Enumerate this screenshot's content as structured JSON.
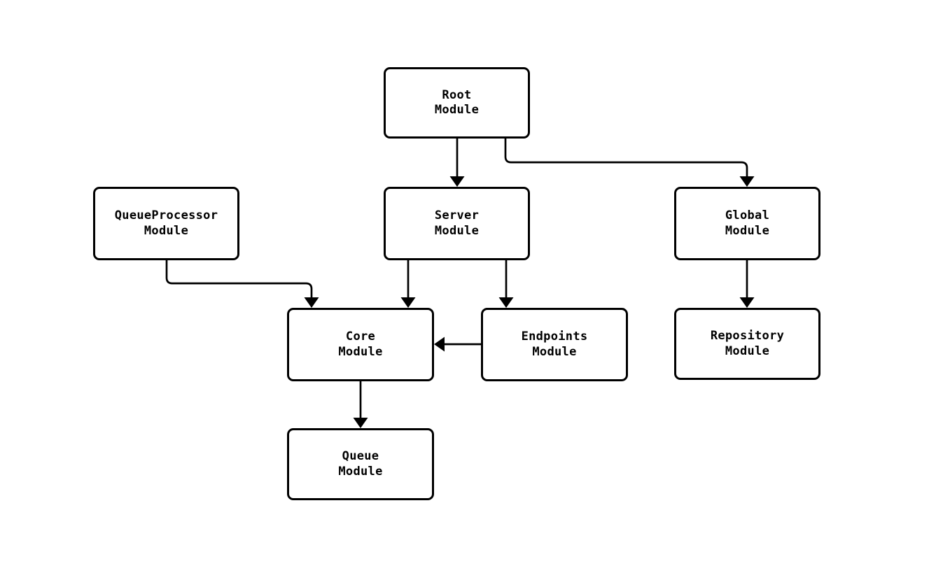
{
  "diagram": {
    "type": "module-dependency-flowchart",
    "background_color": "#ffffff",
    "stroke_color": "#000000",
    "node_fill_color": "#ffffff",
    "text_color": "#000000",
    "nodes": [
      {
        "id": "root",
        "line1": "Root",
        "line2": "Module"
      },
      {
        "id": "queueprocessor",
        "line1": "QueueProcessor",
        "line2": "Module"
      },
      {
        "id": "server",
        "line1": "Server",
        "line2": "Module"
      },
      {
        "id": "global",
        "line1": "Global",
        "line2": "Module"
      },
      {
        "id": "core",
        "line1": "Core",
        "line2": "Module"
      },
      {
        "id": "endpoints",
        "line1": "Endpoints",
        "line2": "Module"
      },
      {
        "id": "repository",
        "line1": "Repository",
        "line2": "Module"
      },
      {
        "id": "queue",
        "line1": "Queue",
        "line2": "Module"
      }
    ],
    "edges": [
      {
        "from": "root",
        "to": "server"
      },
      {
        "from": "root",
        "to": "global"
      },
      {
        "from": "queueprocessor",
        "to": "core"
      },
      {
        "from": "server",
        "to": "core"
      },
      {
        "from": "server",
        "to": "endpoints"
      },
      {
        "from": "global",
        "to": "repository"
      },
      {
        "from": "endpoints",
        "to": "core"
      },
      {
        "from": "core",
        "to": "queue"
      }
    ]
  }
}
